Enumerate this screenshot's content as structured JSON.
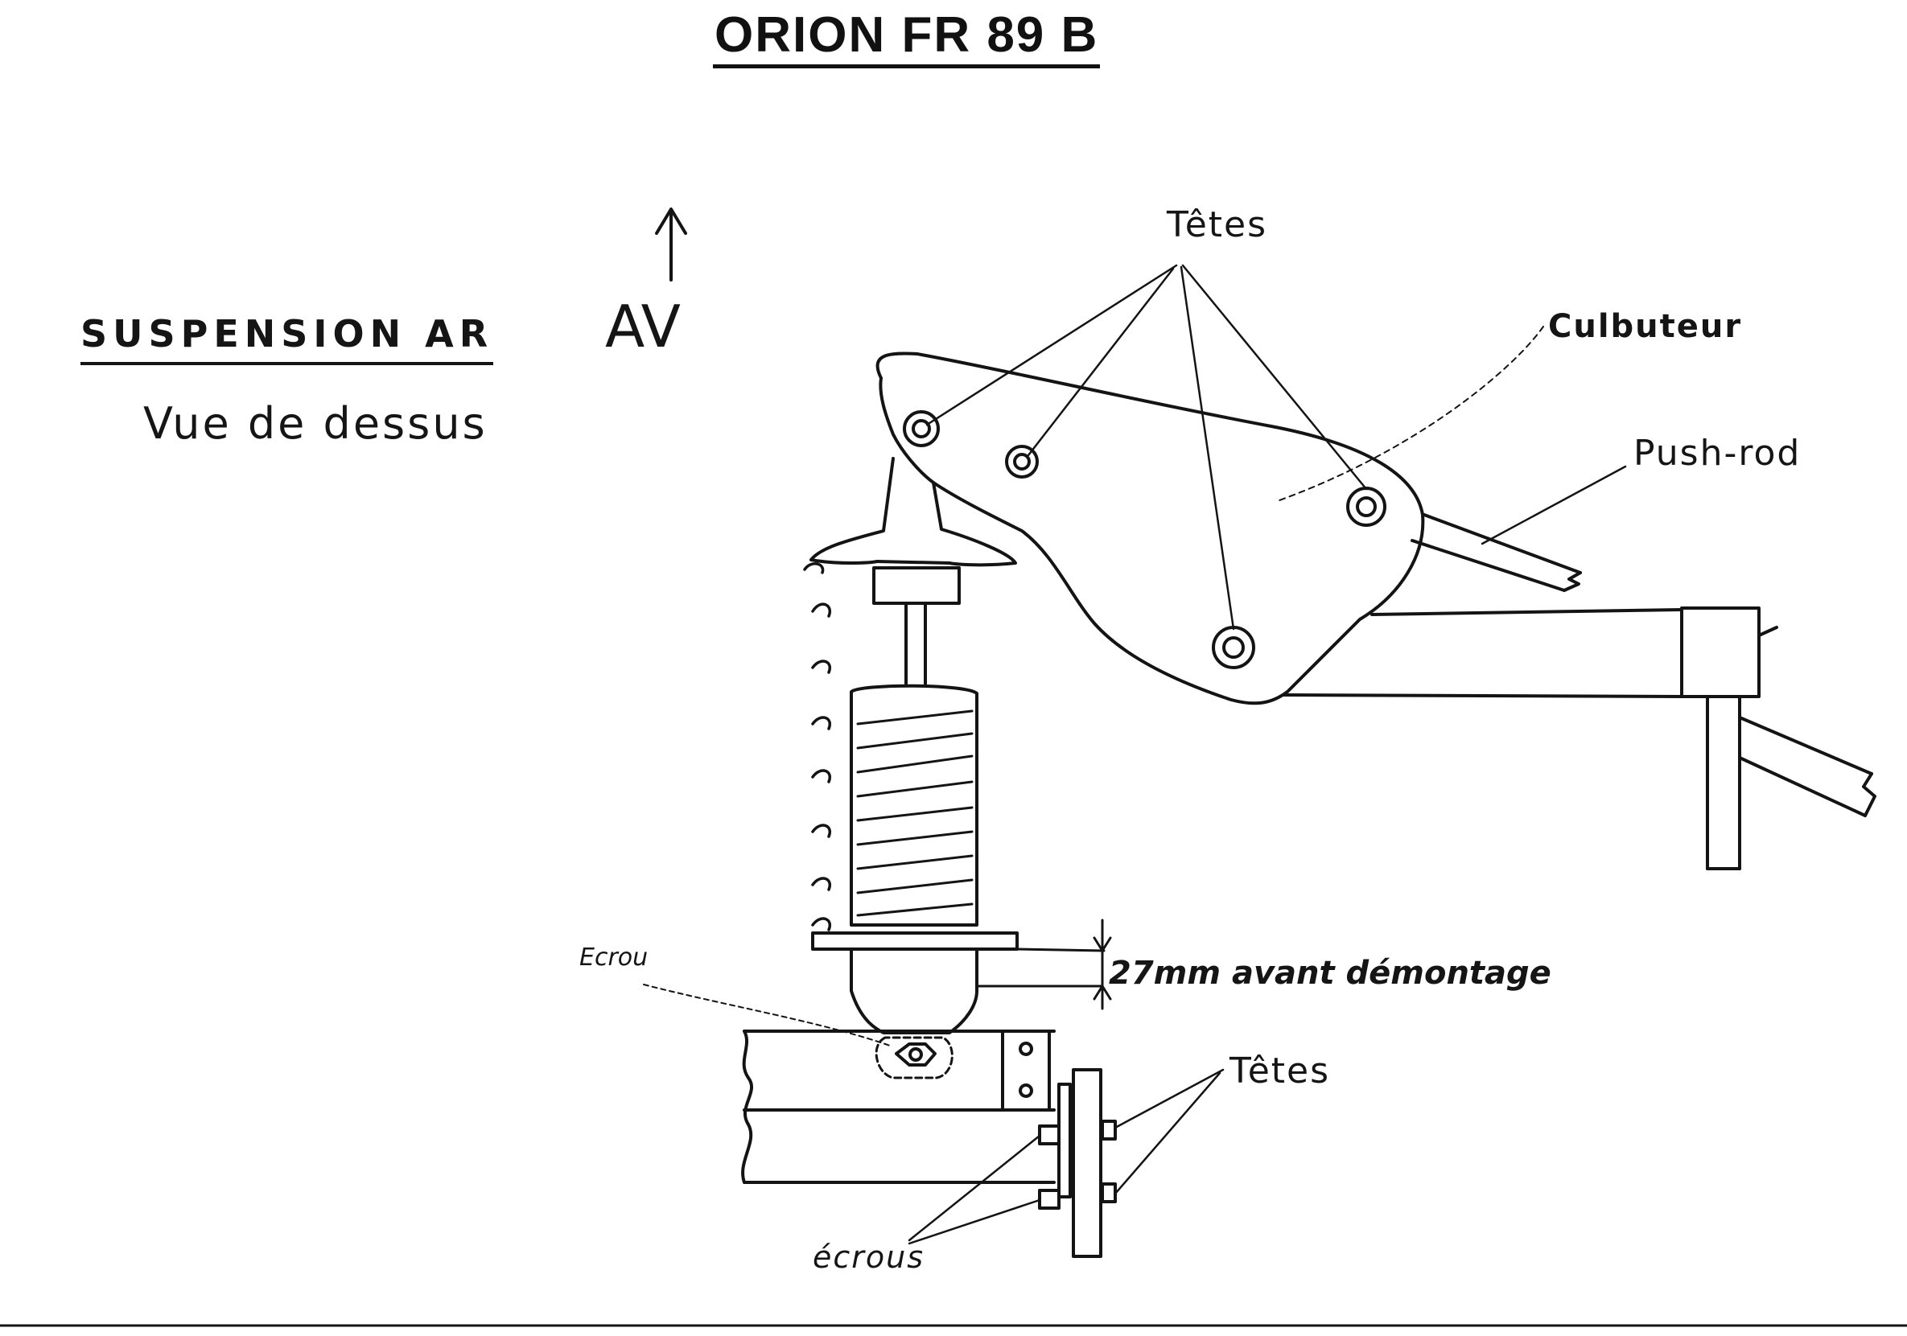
{
  "title": "ORION FR 89 B",
  "section_title": "SUSPENSION AR",
  "subtitle": "Vue de dessus",
  "direction_label": "AV",
  "labels": {
    "tetes_top": "Têtes",
    "culbuteur": "Culbuteur",
    "push_rod": "Push-rod",
    "ecrou": "Ecrou",
    "dimension": "27mm avant démontage",
    "tetes_bottom": "Têtes",
    "ecrous": "écrous"
  },
  "colors": {
    "ink": "#141414",
    "paper": "#ffffff"
  }
}
